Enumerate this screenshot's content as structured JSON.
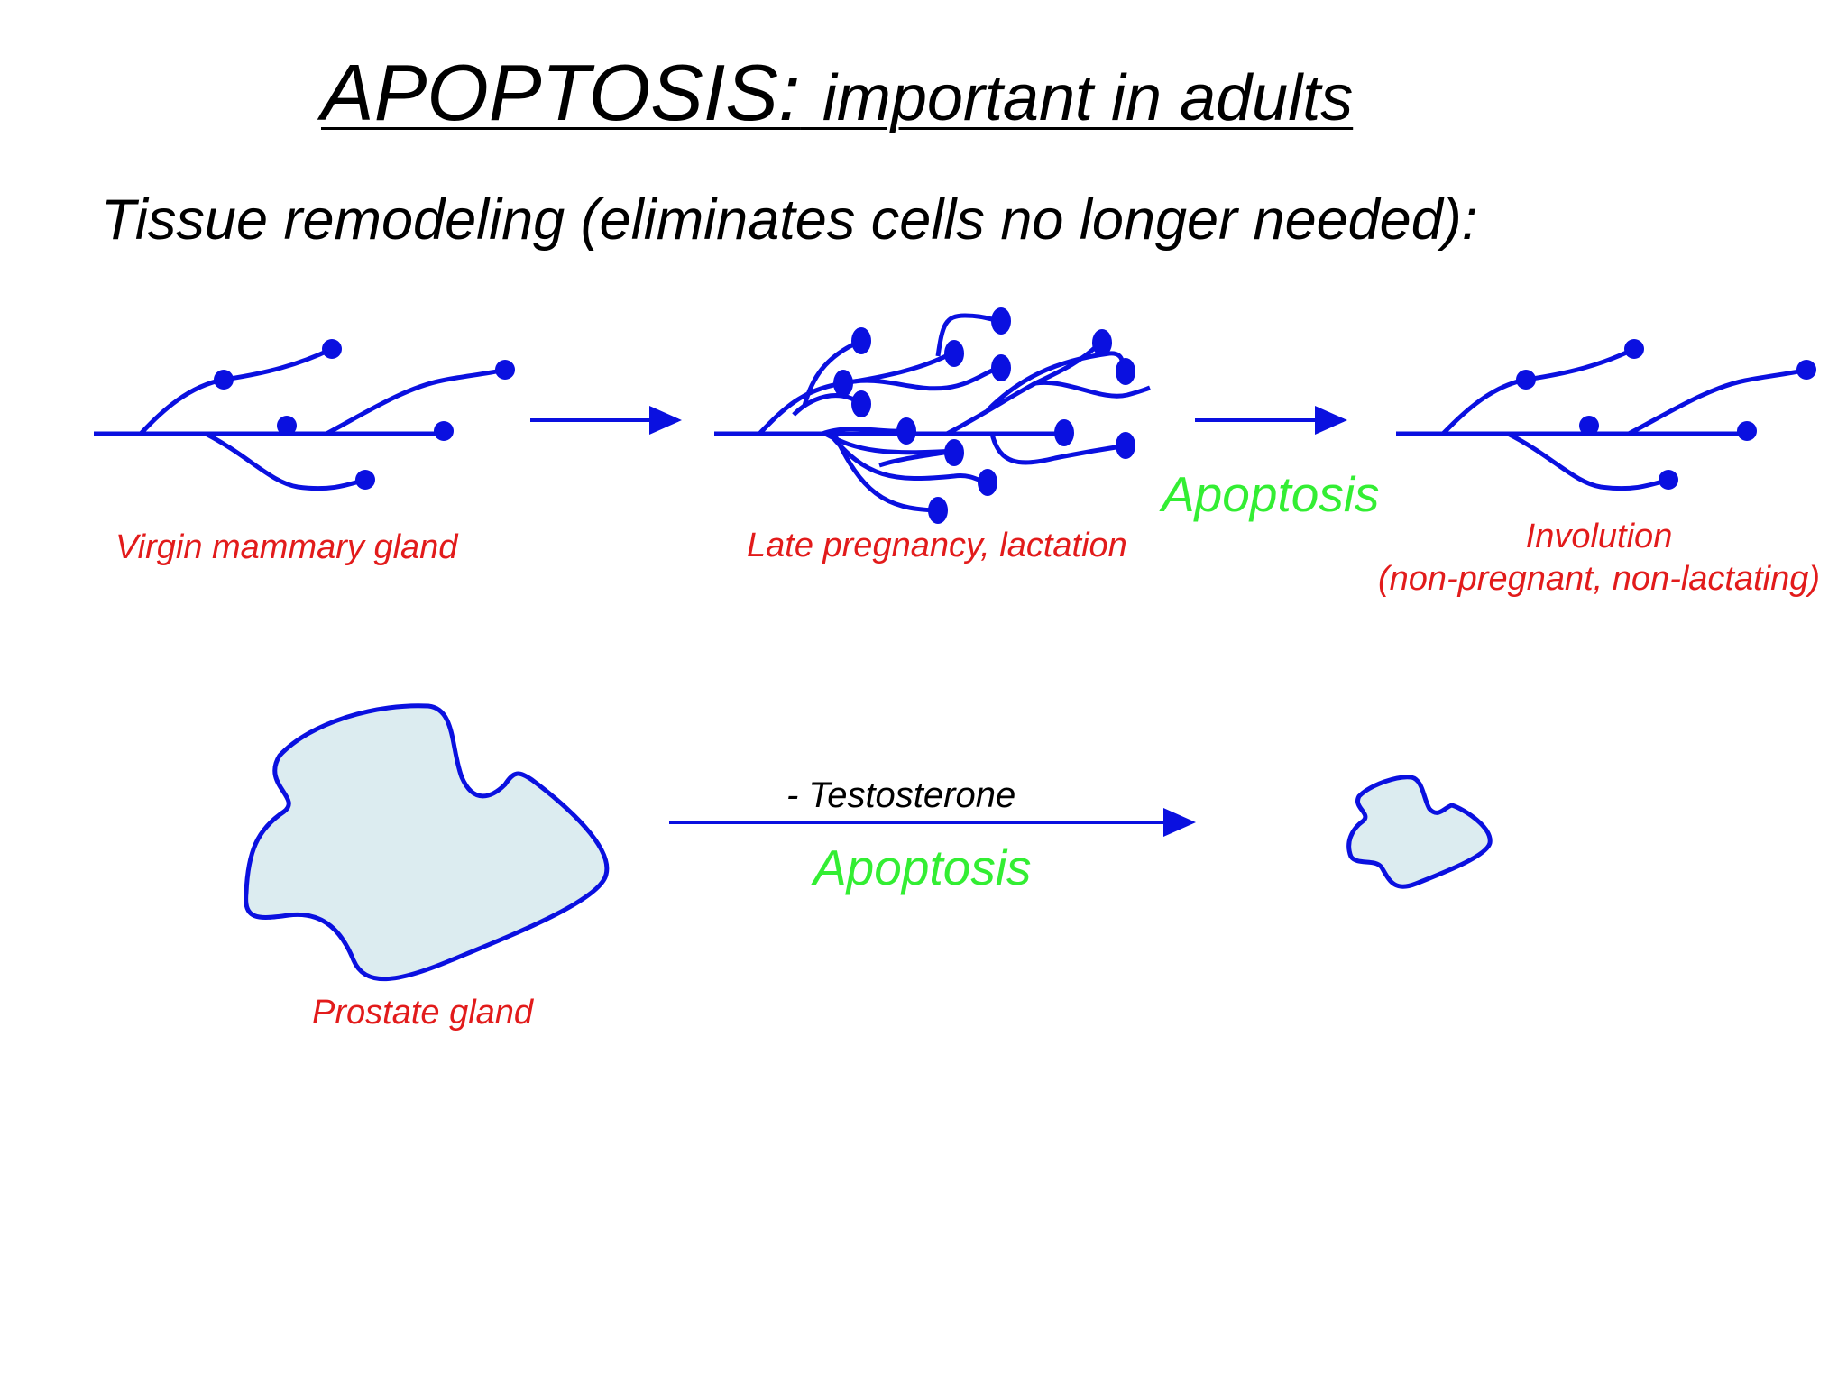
{
  "title": {
    "main": "APOPTOSIS:",
    "sub": "important in adults"
  },
  "subtitle": "Tissue remodeling (eliminates cells no longer needed):",
  "mammary": {
    "label_virgin": "Virgin mammary gland",
    "label_lactation": "Late pregnancy, lactation",
    "label_apoptosis": "Apoptosis",
    "label_involution_line1": "Involution",
    "label_involution_line2": "(non-pregnant, non-lactating)"
  },
  "prostate": {
    "label_gland": "Prostate gland",
    "label_condition": "- Testosterone",
    "label_apoptosis": "Apoptosis"
  },
  "colors": {
    "duct_blue": "#0a10e0",
    "label_red": "#e21b1b",
    "apoptosis_green": "#33ee33",
    "gland_fill": "#dcecf0"
  }
}
